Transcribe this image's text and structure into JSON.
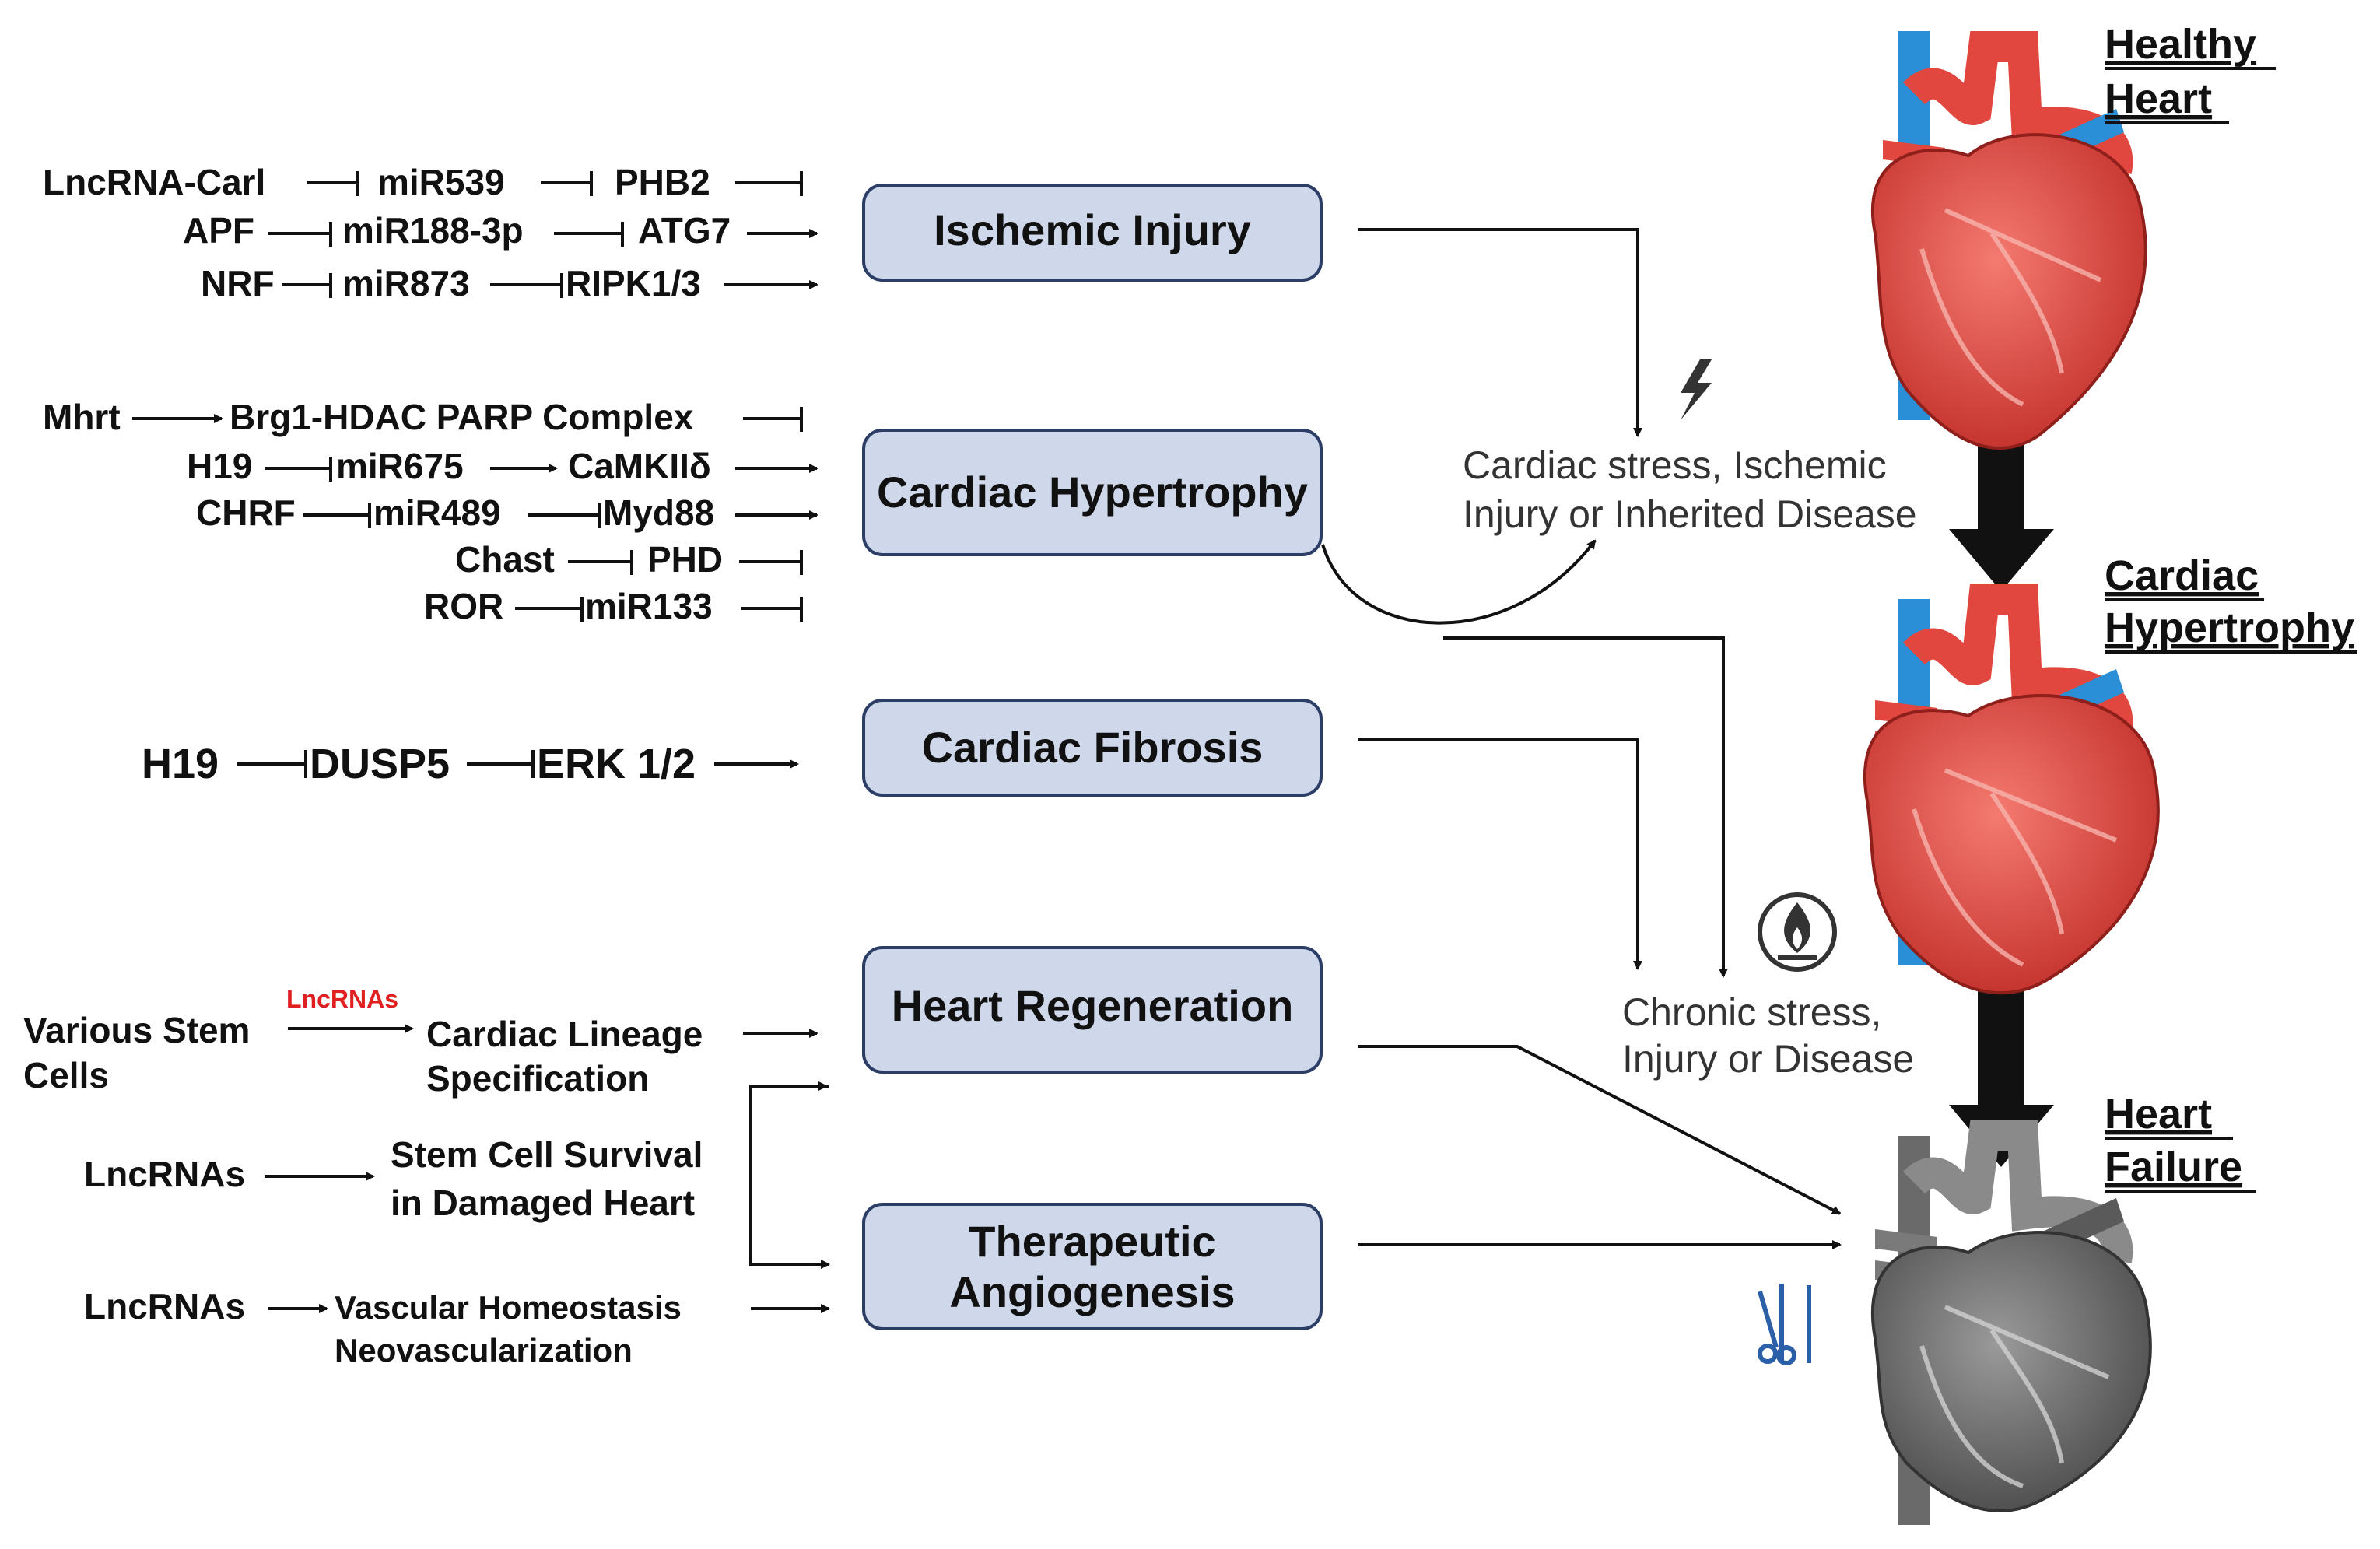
{
  "pathways": {
    "ischemic": [
      [
        "LncRNA-Carl",
        "miR539",
        "PHB2"
      ],
      [
        "APF",
        "miR188-3p",
        "ATG7"
      ],
      [
        "NRF",
        "miR873",
        "RIPK1/3"
      ]
    ],
    "hypertrophy": [
      [
        "Mhrt",
        "Brg1-HDAC PARP Complex"
      ],
      [
        "H19",
        "miR675",
        "CaMKIIδ"
      ],
      [
        "CHRF",
        "miR489",
        "Myd88"
      ],
      [
        "Chast",
        "PHD"
      ],
      [
        "ROR",
        "miR133"
      ]
    ],
    "fibrosis": [
      "H19",
      "DUSP5",
      "ERK 1/2"
    ],
    "regeneration": {
      "source": [
        "Various Stem",
        "Cells"
      ],
      "arrow_label": "LncRNAs",
      "target": [
        "Cardiac Lineage",
        "Specification"
      ],
      "survival_source": "LncRNAs",
      "survival_target": [
        "Stem Cell Survival",
        "in Damaged Heart"
      ],
      "vascular_source": "LncRNAs",
      "vascular_target": [
        "Vascular Homeostasis",
        "Neovascularization"
      ]
    }
  },
  "boxes": {
    "ischemic": "Ischemic Injury",
    "hypertrophy": "Cardiac Hypertrophy",
    "fibrosis": "Cardiac Fibrosis",
    "regeneration": "Heart Regeneration",
    "angiogenesis": [
      "Therapeutic",
      "Angiogenesis"
    ]
  },
  "conditions": {
    "stress": [
      "Cardiac stress, Ischemic",
      "Injury or Inherited Disease"
    ],
    "chronic": [
      "Chronic stress,",
      "Injury or Disease"
    ]
  },
  "stages": {
    "healthy": [
      "Healthy",
      "Heart"
    ],
    "hypertrophy": [
      "Cardiac",
      "Hypertrophy"
    ],
    "failure": [
      "Heart",
      "Failure"
    ]
  },
  "icons": [
    "lightning-icon",
    "flame-icon",
    "surgical-tools-icon",
    "heart-icon"
  ],
  "colors": {
    "box_fill": "#cfd8ea",
    "box_stroke": "#2c3e66",
    "heart_red": "#e2473f",
    "vessel_blue": "#2a8fd6",
    "failure_gray": "#7a7a7a",
    "lncrna_red": "#e02020"
  }
}
